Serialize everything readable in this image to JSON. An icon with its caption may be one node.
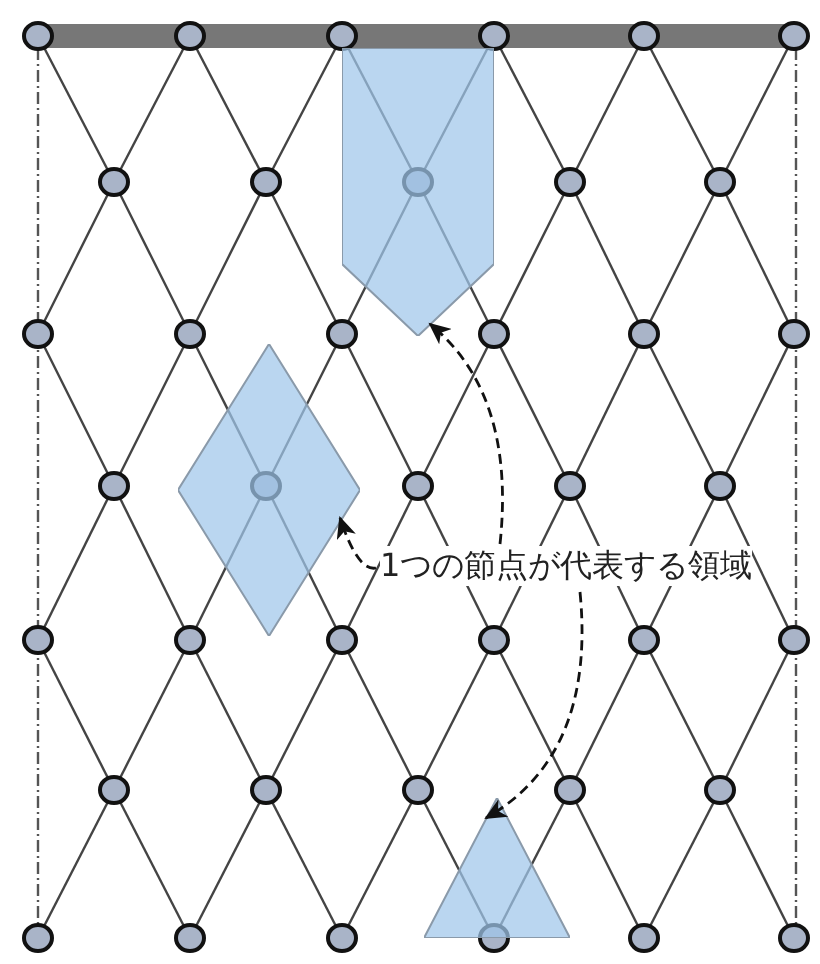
{
  "diagram": {
    "nodes": [
      {
        "text": [],
        "shape": "pentagon"
      },
      {
        "text": [],
        "shape": "diamond"
      },
      {
        "text": [
          "1つの節点が代表する領域"
        ]
      },
      {
        "text": [],
        "shape": "triangle"
      }
    ],
    "edges": [
      {
        "from": 2,
        "to": 0,
        "arrow": "to",
        "style": "dashed"
      },
      {
        "from": 2,
        "to": 1,
        "arrow": "to",
        "style": "dashed"
      },
      {
        "from": 2,
        "to": 3,
        "arrow": "to",
        "style": "dashed"
      }
    ]
  }
}
